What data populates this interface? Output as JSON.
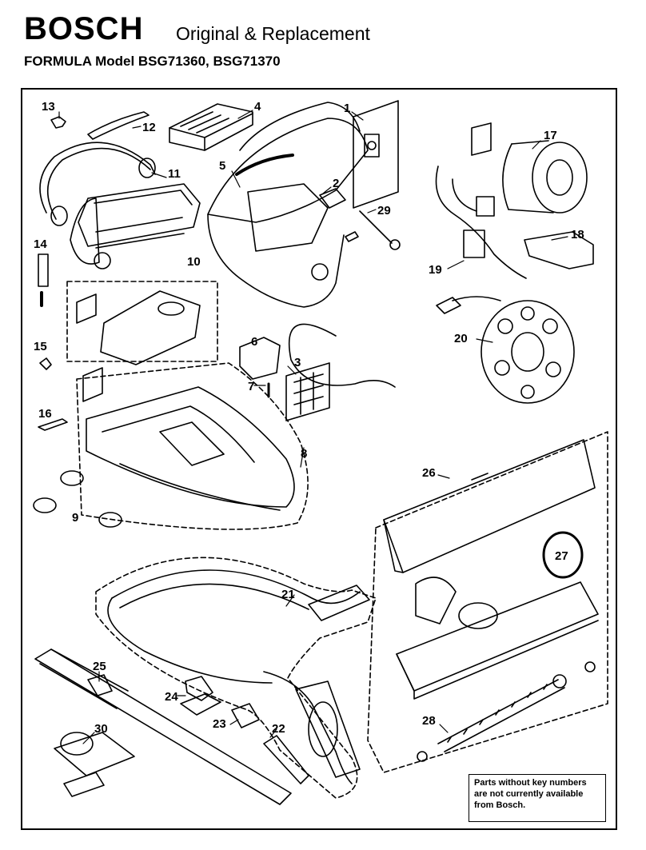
{
  "header": {
    "brand": "BOSCH",
    "subtitle": "Original & Replacement",
    "model": "FORMULA Model BSG71360, BSG71370"
  },
  "note": {
    "lines": [
      "Parts without key numbers",
      "are not currently available",
      "from Bosch."
    ]
  },
  "callouts": [
    "13",
    "12",
    "4",
    "1",
    "11",
    "5",
    "2",
    "29",
    "17",
    "14",
    "18",
    "10",
    "19",
    "6",
    "15",
    "3",
    "20",
    "7",
    "16",
    "8",
    "9",
    "26",
    "27",
    "21",
    "25",
    "24",
    "23",
    "22",
    "30",
    "28"
  ]
}
